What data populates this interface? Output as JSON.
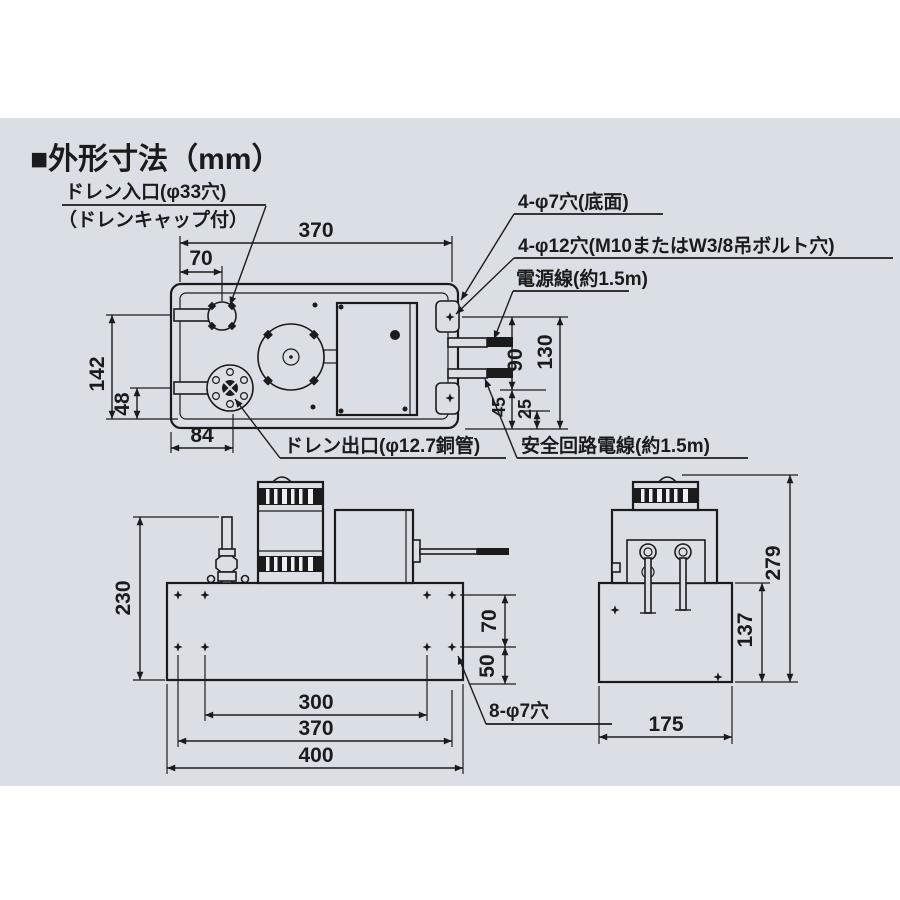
{
  "title": "■外形寸法（mm）",
  "callouts": {
    "drain_inlet_1": "ドレン入口(φ33穴)",
    "drain_inlet_2": "（ドレンキャップ付）",
    "bottom_holes": "4-φ7穴(底面)",
    "bolt_holes": "4-φ12穴(M10またはW3/8吊ボルト穴)",
    "power_cable": "電源線(約1.5m)",
    "safety_cable": "安全回路電線(約1.5m)",
    "drain_outlet": "ドレン出口(φ12.7銅管)",
    "front_holes": "8-φ7穴"
  },
  "dims": {
    "top": {
      "w370": "370",
      "w70": "70",
      "h142": "142",
      "h48": "48",
      "w84": "84",
      "h90": "90",
      "h130": "130",
      "h45": "45",
      "h25": "25"
    },
    "front": {
      "h230": "230",
      "w300": "300",
      "w370": "370",
      "w400": "400",
      "h70": "70",
      "h50": "50"
    },
    "side": {
      "h279": "279",
      "h137": "137",
      "w175": "175"
    }
  },
  "colors": {
    "panel": "#dadfe6",
    "line": "#1b1b1b",
    "page": "#ffffff"
  }
}
